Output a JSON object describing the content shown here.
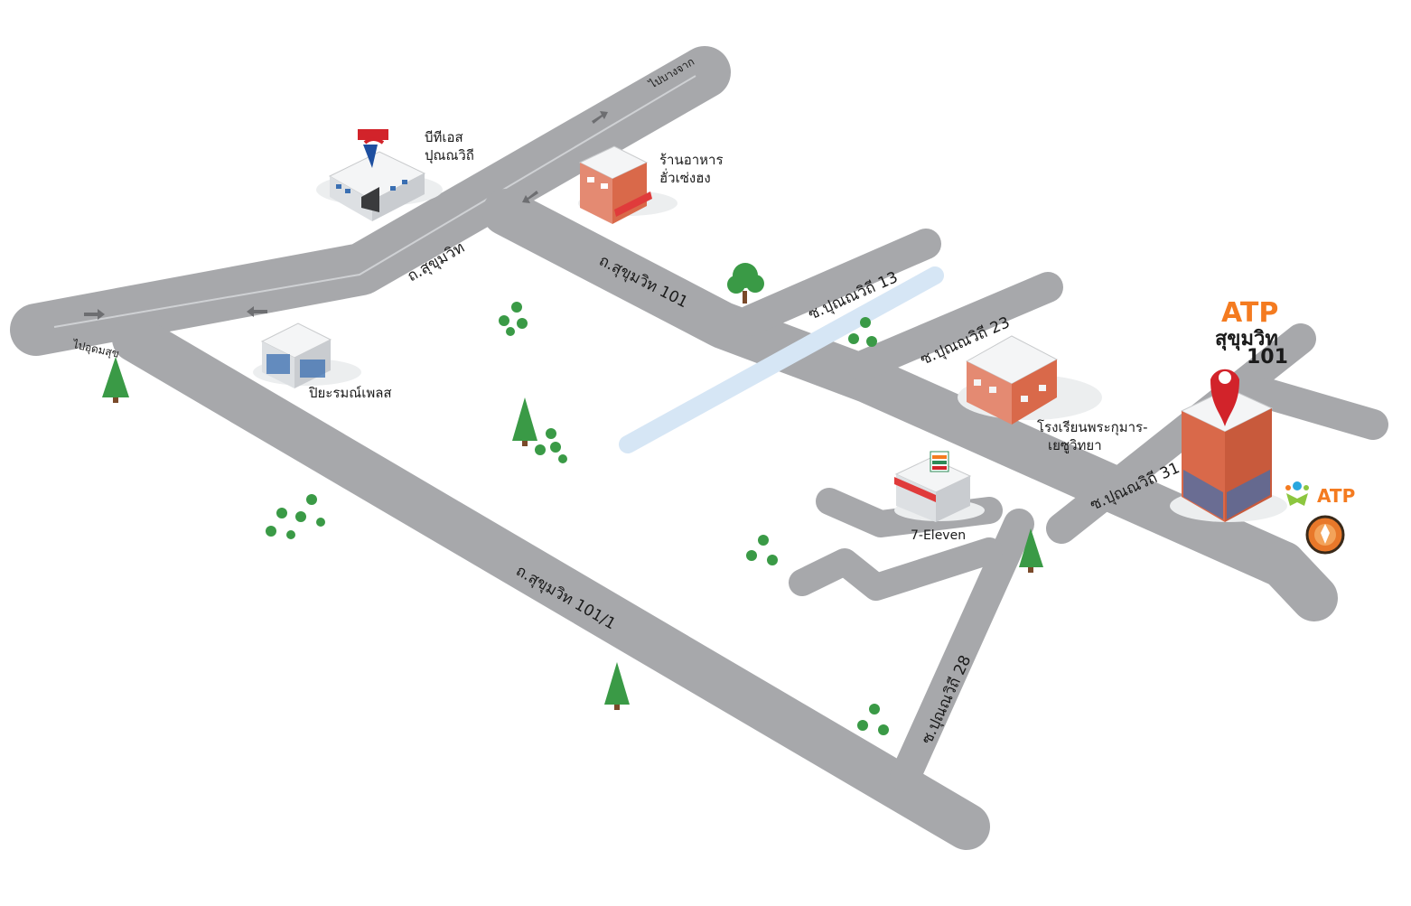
{
  "roads": {
    "sukhumvit": "ถ.สุขุมวิท",
    "sukhumvit_101": "ถ.สุขุมวิท 101",
    "sukhumvit_101_1": "ถ.สุขุมวิท 101/1",
    "soi_13": "ซ.ปุณณวิถี 13",
    "soi_23": "ซ.ปุณณวิถี 23",
    "soi_31": "ซ.ปุณณวิถี 31",
    "soi_28": "ซ.ปุณณวิถี 28"
  },
  "directions": {
    "to_bangchak": "ไปบางจาก",
    "to_udomsuk": "ไปอุดมสุข"
  },
  "places": {
    "bts_line1": "บีทีเอส",
    "bts_line2": "ปุณณวิถี",
    "restaurant_line1": "ร้านอาหาร",
    "restaurant_line2": "ฮั่วเซ่งฮง",
    "piyarom": "ปิยะรมณ์เพลส",
    "school_line1": "โรงเรียนพระกุมาร-",
    "school_line2": "เยซูวิทยา",
    "seven_eleven": "7-Eleven"
  },
  "destination": {
    "brand": "ATP",
    "line1": "สุขุมวิท",
    "line2": "101",
    "logo_text": "ATP"
  },
  "colors": {
    "road": "#a7a8ab",
    "road_stripe": "#cfd1d4",
    "canal": "#d6e6f5",
    "pin": "#d2232a",
    "brand_orange": "#f47b20",
    "tree": "#3a9a46",
    "building_red": "#d9694a"
  }
}
